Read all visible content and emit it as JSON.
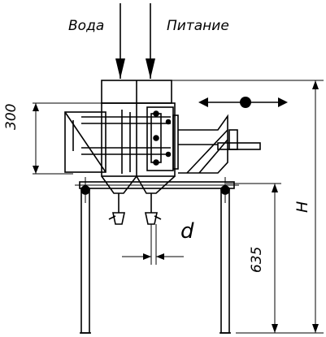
{
  "labels": {
    "water": "Вода",
    "feed": "Питание",
    "dim_height_unit": "300",
    "dim_leg_height": "635",
    "dim_overall": "H",
    "dim_outlet": "d"
  },
  "colors": {
    "line": "#000000",
    "background": "#ffffff"
  }
}
